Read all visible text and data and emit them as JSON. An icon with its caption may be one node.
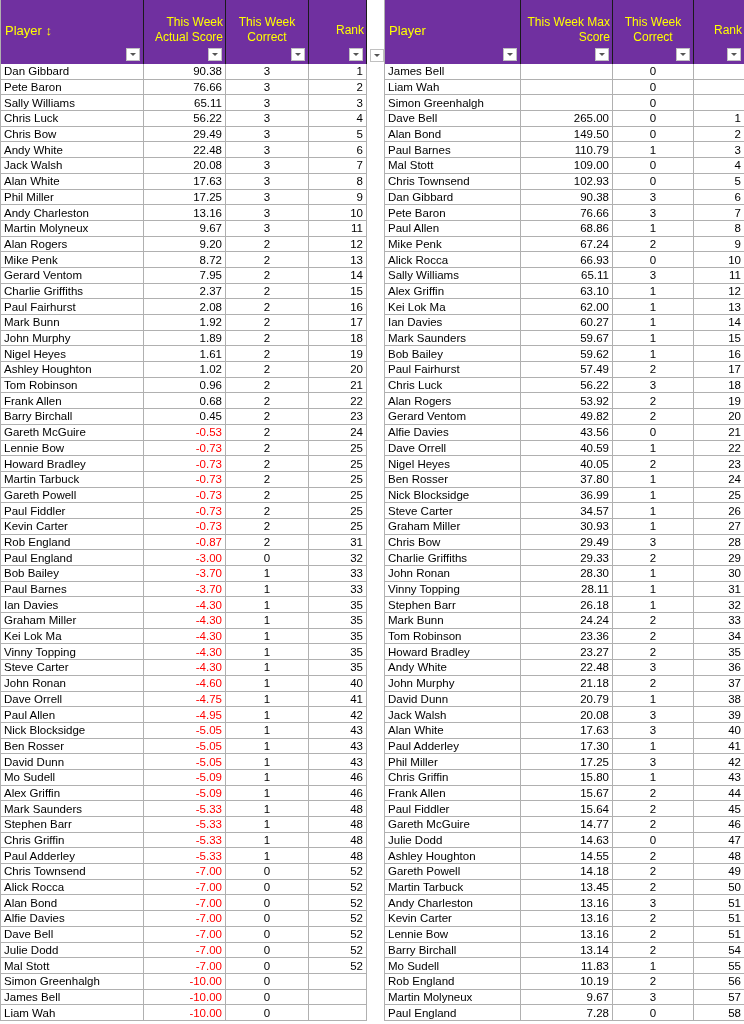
{
  "diagram": {
    "labels": [
      "Player ↕",
      "This Week Actual Score",
      "This Week Correct",
      "Rank",
      "Dan Gibbard",
      "90.38",
      "3",
      "1",
      "Pete Baron",
      "76.66",
      "3",
      "2",
      "Sally Williams",
      "65.11",
      "3",
      "3",
      "Chris Luck",
      "56.22",
      "3",
      "4",
      "Chris Bow",
      "29.49",
      "3",
      "5",
      "Andy White",
      "22.48",
      "3",
      "6",
      "Jack Walsh",
      "20.08",
      "3",
      "7",
      "Alan White",
      "17.63",
      "3",
      "8",
      "Phil Miller",
      "17.25",
      "3",
      "9",
      "Andy Charleston",
      "13.16",
      "3",
      "10",
      "Martin Molyneux",
      "9.67",
      "3",
      "11",
      "Alan Rogers",
      "9.20",
      "2",
      "12",
      "Mike Penk",
      "8.72",
      "2",
      "13",
      "Gerard Ventom",
      "7.95",
      "2",
      "14",
      "Charlie Griffiths",
      "2.37",
      "2",
      "15",
      "Paul Fairhurst",
      "2.08",
      "2",
      "16",
      "Mark Bunn",
      "1.92",
      "2",
      "17",
      "John Murphy",
      "1.89",
      "2",
      "18",
      "Nigel Heyes",
      "1.61",
      "2",
      "19",
      "Ashley Houghton",
      "1.02",
      "2",
      "20",
      "Tom Robinson",
      "0.96",
      "2",
      "21",
      "Frank Allen",
      "0.68",
      "2",
      "22",
      "Barry Birchall",
      "0.45",
      "2",
      "23",
      "Gareth McGuire",
      "-0.53",
      "2",
      "24",
      "Lennie Bow",
      "-0.73",
      "2",
      "25",
      "Howard Bradley",
      "-0.73",
      "2",
      "25",
      "Martin Tarbuck",
      "-0.73",
      "2",
      "25",
      "Gareth Powell",
      "-0.73",
      "2",
      "25",
      "Paul Fiddler",
      "-0.73",
      "2",
      "25",
      "Kevin Carter",
      "-0.73",
      "2",
      "25",
      "Rob England",
      "-0.87",
      "2",
      "31",
      "Paul England",
      "-3.00",
      "0",
      "32",
      "Bob Bailey",
      "-3.70",
      "1",
      "33",
      "Paul Barnes",
      "-3.70",
      "1",
      "33",
      "Ian Davies",
      "-4.30",
      "1",
      "35",
      "Graham Miller",
      "-4.30",
      "1",
      "35",
      "Kei Lok Ma",
      "-4.30",
      "1",
      "35",
      "Vinny Topping",
      "-4.30",
      "1",
      "35",
      "Steve Carter",
      "-4.30",
      "1",
      "35",
      "John Ronan",
      "-4.60",
      "1",
      "40",
      "Dave Orrell",
      "-4.75",
      "1",
      "41",
      "Paul Allen",
      "-4.95",
      "1",
      "42",
      "Nick Blocksidge",
      "-5.05",
      "1",
      "43",
      "Ben Rosser",
      "-5.05",
      "1",
      "43",
      "David Dunn",
      "-5.05",
      "1",
      "43",
      "Mo Sudell",
      "-5.09",
      "1",
      "46",
      "Alex Griffin",
      "-5.09",
      "1",
      "46",
      "Mark Saunders",
      "-5.33",
      "1",
      "48",
      "Stephen Barr",
      "-5.33",
      "1",
      "48",
      "Chris Griffin",
      "-5.33",
      "1",
      "48",
      "Paul Adderley",
      "-5.33",
      "1",
      "48",
      "Chris Townsend",
      "-7.00",
      "0",
      "52",
      "Alick Rocca",
      "-7.00",
      "0",
      "52",
      "Alan Bond",
      "-7.00",
      "0",
      "52",
      "Alfie Davies",
      "-7.00",
      "0",
      "52",
      "Dave Bell",
      "-7.00",
      "0",
      "52",
      "Julie Dodd",
      "-7.00",
      "0",
      "52",
      "Mal Stott",
      "-7.00",
      "0",
      "52",
      "Simon Greenhalgh",
      "-10.00",
      "0",
      "James Bell",
      "-10.00",
      "0",
      "Liam Wah",
      "-10.00",
      "0",
      "Player",
      "This Week Max Score",
      "This Week Correct",
      "Rank",
      "James Bell",
      "0",
      "Liam Wah",
      "0",
      "Simon Greenhalgh",
      "0",
      "Dave Bell",
      "265.00",
      "0",
      "1",
      "Alan Bond",
      "149.50",
      "0",
      "2",
      "Paul Barnes",
      "110.79",
      "1",
      "3",
      "Mal Stott",
      "109.00",
      "0",
      "4",
      "Chris Townsend",
      "102.93",
      "0",
      "5",
      "Dan Gibbard",
      "90.38",
      "3",
      "6",
      "Pete Baron",
      "76.66",
      "3",
      "7",
      "Paul Allen",
      "68.86",
      "1",
      "8",
      "Mike Penk",
      "67.24",
      "2",
      "9",
      "Alick Rocca",
      "66.93",
      "0",
      "10",
      "Sally Williams",
      "65.11",
      "3",
      "11",
      "Alex Griffin",
      "63.10",
      "1",
      "12",
      "Kei Lok Ma",
      "62.00",
      "1",
      "13",
      "Ian Davies",
      "60.27",
      "1",
      "14",
      "Mark Saunders",
      "59.67",
      "1",
      "15",
      "Bob Bailey",
      "59.62",
      "1",
      "16",
      "Paul Fairhurst",
      "57.49",
      "2",
      "17",
      "Chris Luck",
      "56.22",
      "3",
      "18",
      "Alan Rogers",
      "53.92",
      "2",
      "19",
      "Gerard Ventom",
      "49.82",
      "2",
      "20",
      "Alfie Davies",
      "43.56",
      "0",
      "21",
      "Dave Orrell",
      "40.59",
      "1",
      "22",
      "Nigel Heyes",
      "40.05",
      "2",
      "23",
      "Ben Rosser",
      "37.80",
      "1",
      "24",
      "Nick Blocksidge",
      "36.99",
      "1",
      "25",
      "Steve Carter",
      "34.57",
      "1",
      "26",
      "Graham Miller",
      "30.93",
      "1",
      "27",
      "Chris Bow",
      "29.49",
      "3",
      "28",
      "Charlie Griffiths",
      "29.33",
      "2",
      "29",
      "John Ronan",
      "28.30",
      "1",
      "30",
      "Vinny Topping",
      "28.11",
      "1",
      "31",
      "Stephen Barr",
      "26.18",
      "1",
      "32",
      "Mark Bunn",
      "24.24",
      "2",
      "33",
      "Tom Robinson",
      "23.36",
      "2",
      "34",
      "Howard Bradley",
      "23.27",
      "2",
      "35",
      "Andy White",
      "22.48",
      "3",
      "36",
      "John Murphy",
      "21.18",
      "2",
      "37",
      "David Dunn",
      "20.79",
      "1",
      "38",
      "Jack Walsh",
      "20.08",
      "3",
      "39",
      "Alan White",
      "17.63",
      "3",
      "40",
      "Paul Adderley",
      "17.30",
      "1",
      "41",
      "Phil Miller",
      "17.25",
      "3",
      "42",
      "Chris Griffin",
      "15.80",
      "1",
      "43",
      "Frank Allen",
      "15.67",
      "2",
      "44",
      "Paul Fiddler",
      "15.64",
      "2",
      "45",
      "Gareth McGuire",
      "14.77",
      "2",
      "46",
      "Julie Dodd",
      "14.63",
      "0",
      "47",
      "Ashley Houghton",
      "14.55",
      "2",
      "48",
      "Gareth Powell",
      "14.18",
      "2",
      "49",
      "Martin Tarbuck",
      "13.45",
      "2",
      "50",
      "Andy Charleston",
      "13.16",
      "3",
      "51",
      "Kevin Carter",
      "13.16",
      "2",
      "51",
      "Lennie Bow",
      "13.16",
      "2",
      "51",
      "Barry Birchall",
      "13.14",
      "2",
      "54",
      "Mo Sudell",
      "11.83",
      "1",
      "55",
      "Rob England",
      "10.19",
      "2",
      "56",
      "Martin Molyneux",
      "9.67",
      "3",
      "57",
      "Paul England",
      "7.28",
      "0",
      "58"
    ]
  }
}
